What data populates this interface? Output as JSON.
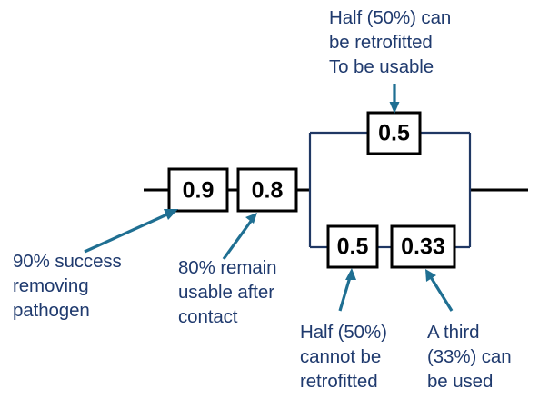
{
  "diagram": {
    "title": "reliability-block-diagram",
    "colors": {
      "annotation_text": "#1f3a6e",
      "arrow": "#1f6f92",
      "parallel_wire": "#203864",
      "series_wire": "#000000",
      "block_fill": "#ffffff",
      "block_stroke": "#000000"
    },
    "blocks": [
      {
        "id": "block-0-9",
        "value": "0.9",
        "position": "series-1"
      },
      {
        "id": "block-0-8",
        "value": "0.8",
        "position": "series-2"
      },
      {
        "id": "block-0-5-top",
        "value": "0.5",
        "position": "parallel-upper"
      },
      {
        "id": "block-0-5-bottom",
        "value": "0.5",
        "position": "parallel-lower-1"
      },
      {
        "id": "block-0-33",
        "value": "0.33",
        "position": "parallel-lower-2"
      }
    ],
    "annotations": {
      "top": "Half (50%) can\nbe retrofitted\nTo be usable",
      "left": "90% success\nremoving\npathogen",
      "middle": "80% remain\nusable after\ncontact",
      "bottom_left": "Half (50%)\ncannot be\nretrofitted",
      "bottom_right": "A third\n(33%) can\nbe used"
    }
  }
}
